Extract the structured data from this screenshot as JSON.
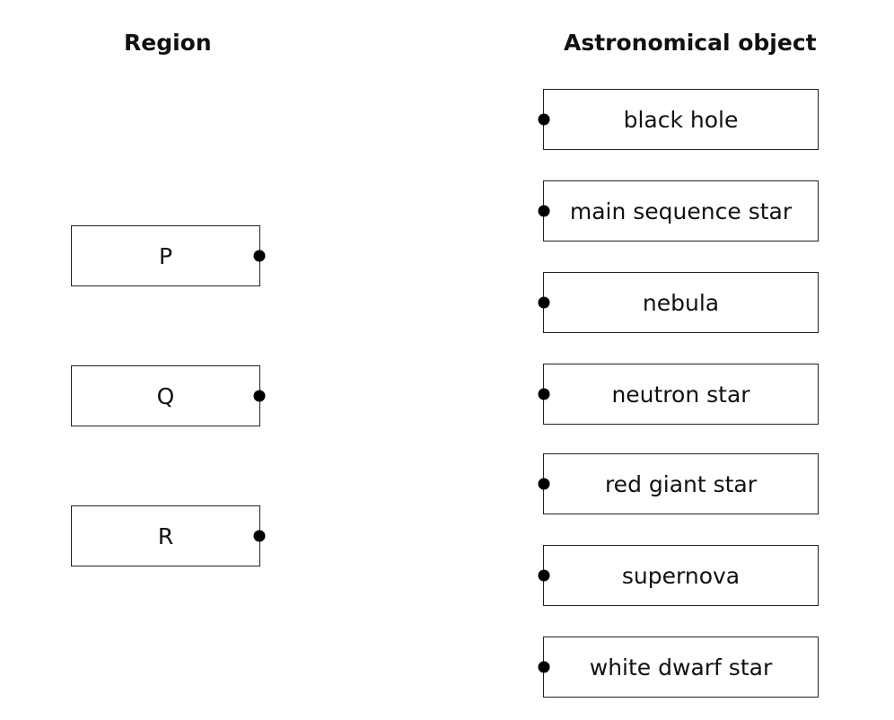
{
  "headings": {
    "left": "Region",
    "right": "Astronomical object"
  },
  "regions": [
    "P",
    "Q",
    "R"
  ],
  "objects": [
    "black hole",
    "main sequence star",
    "nebula",
    "neutron star",
    "red giant star",
    "supernova",
    "white dwarf star"
  ]
}
